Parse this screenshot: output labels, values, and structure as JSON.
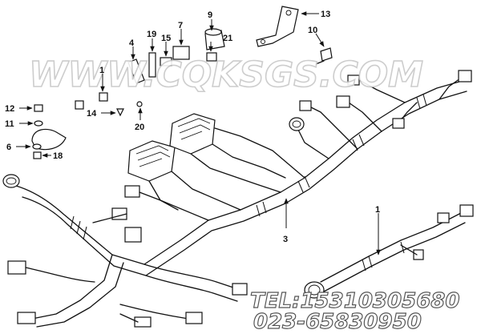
{
  "watermark": "WWW.CQKSGS.COM",
  "contact": {
    "tel": "TEL:15310305680",
    "phone2": "023-65830950"
  },
  "callouts": {
    "c1": "1",
    "c1b": "1",
    "c3": "3",
    "c4": "4",
    "c6": "6",
    "c7": "7",
    "c9": "9",
    "c10": "10",
    "c11": "11",
    "c12": "12",
    "c13": "13",
    "c14": "14",
    "c15": "15",
    "c18": "18",
    "c19": "19",
    "c20": "20",
    "c21": "21"
  }
}
